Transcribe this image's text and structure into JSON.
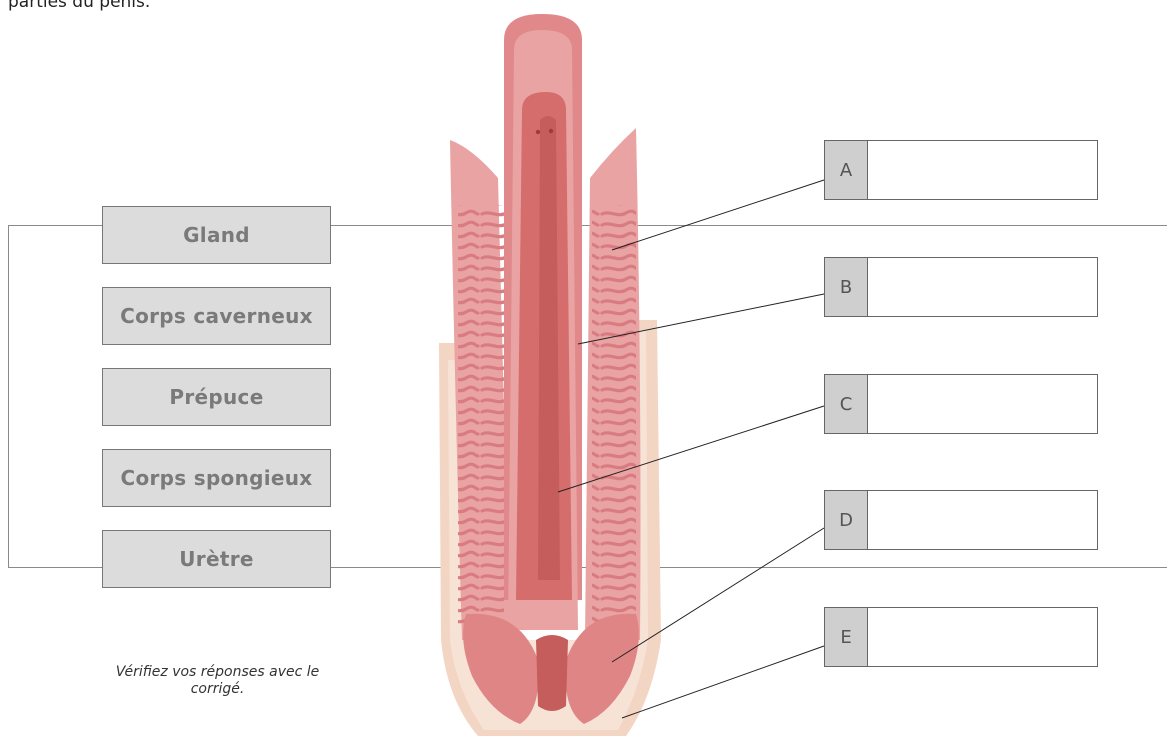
{
  "instruction": "parties du pénis.",
  "terms": [
    {
      "label": "Gland"
    },
    {
      "label": "Corps caverneux"
    },
    {
      "label": "Prépuce"
    },
    {
      "label": "Corps spongieux"
    },
    {
      "label": "Urètre"
    }
  ],
  "note": "Vérifiez vos réponses avec le corrigé.",
  "answers": [
    {
      "letter": "A",
      "value": ""
    },
    {
      "letter": "B",
      "value": ""
    },
    {
      "letter": "C",
      "value": ""
    },
    {
      "letter": "D",
      "value": ""
    },
    {
      "letter": "E",
      "value": ""
    }
  ],
  "colors": {
    "tissue_light": "#e9a3a3",
    "tissue_mid": "#e08585",
    "tissue_dark": "#c65d5d",
    "skin": "#f3d5c4",
    "term_box": "#dcdcdc",
    "letter_box": "#cfcfcf"
  }
}
